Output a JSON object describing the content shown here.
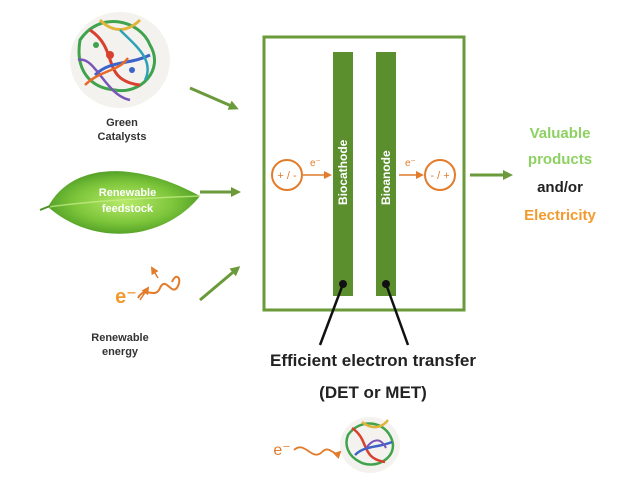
{
  "inputs": {
    "green_catalysts": "Green\nCatalysts",
    "renewable_feedstock": "Renewable\nfeedstock",
    "renewable_energy": "Renewable\nenergy",
    "electron_symbol": "e⁻"
  },
  "cell": {
    "biocathode_label": "Biocathode",
    "bioanode_label": "Bioanode",
    "left_terminal": "+ / -",
    "right_terminal": "- / +",
    "electron_left": "e⁻",
    "electron_right": "e⁻"
  },
  "outputs": {
    "line1": "Valuable",
    "line2": "products",
    "line3": "and/or",
    "line4": "Electricity"
  },
  "transfer": {
    "title": "Efficient electron transfer",
    "subtitle": "(DET or MET)",
    "electron_symbol": "e⁻"
  },
  "colors": {
    "green": "#6a9a3a",
    "electrode": "#5b8f2e",
    "orange": "#e27b2a",
    "light_green_text": "#8ed163",
    "orange_text": "#f29a2e"
  }
}
